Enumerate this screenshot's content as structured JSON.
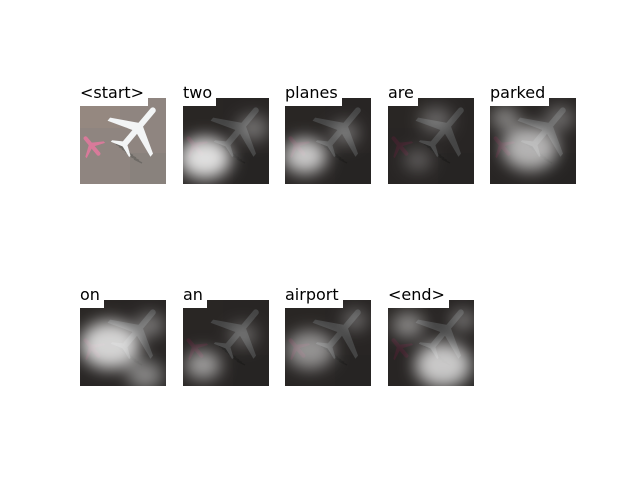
{
  "caption_tokens": [
    {
      "word": "<start>",
      "kind": "original"
    },
    {
      "word": "two",
      "kind": "attention"
    },
    {
      "word": "planes",
      "kind": "attention"
    },
    {
      "word": "are",
      "kind": "attention"
    },
    {
      "word": "parked",
      "kind": "attention"
    },
    {
      "word": "on",
      "kind": "attention"
    },
    {
      "word": "an",
      "kind": "attention"
    },
    {
      "word": "airport",
      "kind": "attention"
    },
    {
      "word": "<end>",
      "kind": "attention"
    }
  ]
}
